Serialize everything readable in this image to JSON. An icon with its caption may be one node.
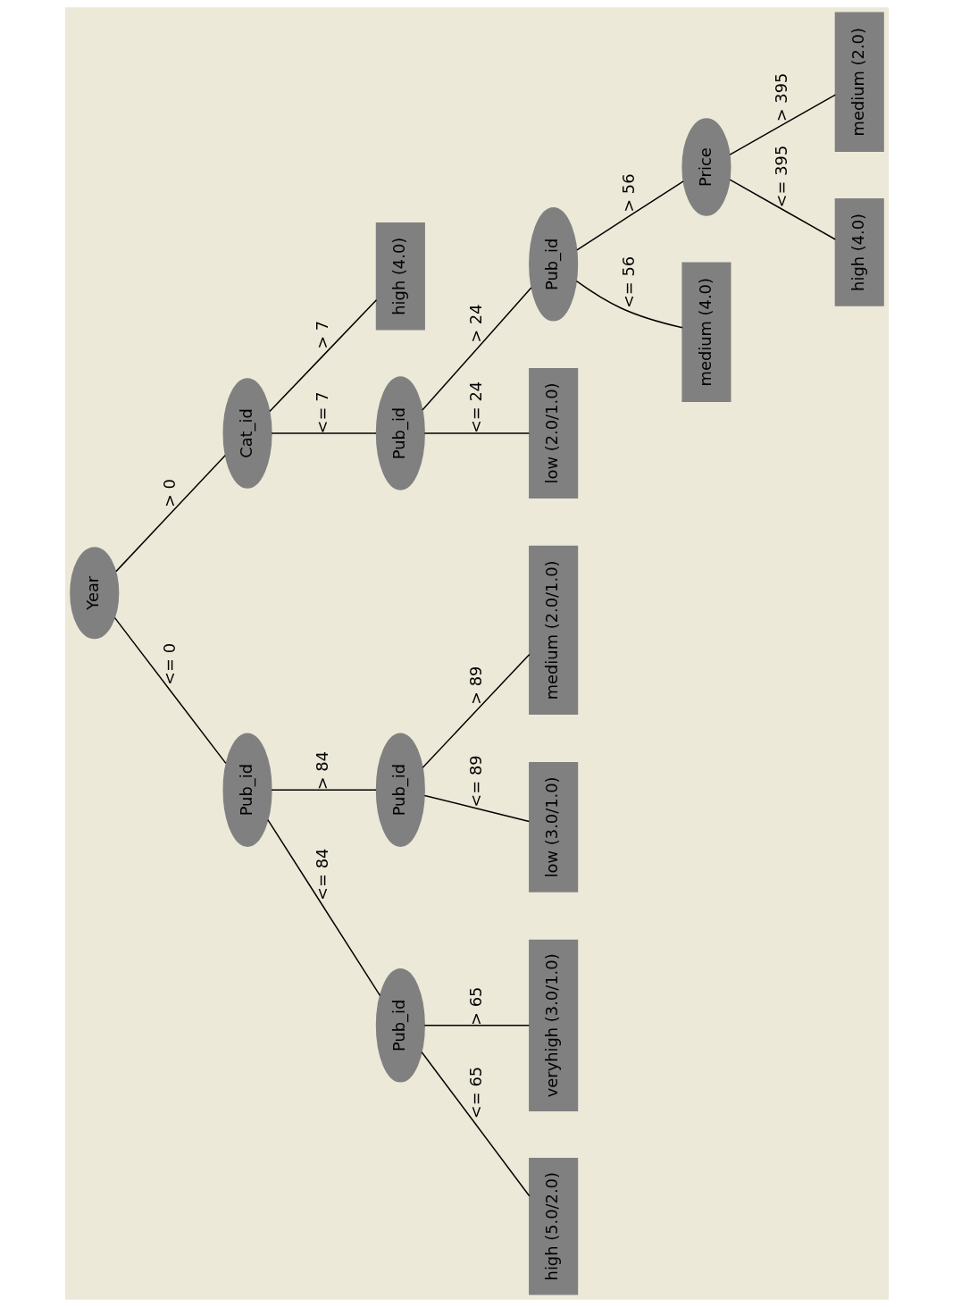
{
  "diagram": {
    "nodes": [
      {
        "text": [
          "Year"
        ]
      },
      {
        "text": [
          "Pub_id"
        ]
      },
      {
        "text": [
          "Cat_id"
        ]
      },
      {
        "text": [
          "Pub_id"
        ]
      },
      {
        "text": [
          "Pub_id"
        ]
      },
      {
        "text": [
          "Pub_id"
        ]
      },
      {
        "text": [
          "high (4.0)"
        ]
      },
      {
        "text": [
          "high (5.0/2.0)"
        ]
      },
      {
        "text": [
          "veryhigh (3.0/1.0)"
        ]
      },
      {
        "text": [
          "low (3.0/1.0)"
        ]
      },
      {
        "text": [
          "medium (2.0/1.0)"
        ]
      },
      {
        "text": [
          "low (2.0/1.0)"
        ]
      },
      {
        "text": [
          "Pub_id"
        ]
      },
      {
        "text": [
          "medium (4.0)"
        ]
      },
      {
        "text": [
          "Price"
        ]
      },
      {
        "text": [
          "high (4.0)"
        ]
      },
      {
        "text": [
          "medium (2.0)"
        ]
      }
    ],
    "edges": [
      {
        "from": 0,
        "to": 1,
        "label": "<= 0",
        "arrow": "none"
      },
      {
        "from": 0,
        "to": 2,
        "label": "> 0",
        "arrow": "none"
      },
      {
        "from": 1,
        "to": 3,
        "label": "<= 84",
        "arrow": "none"
      },
      {
        "from": 1,
        "to": 4,
        "label": "> 84",
        "arrow": "none"
      },
      {
        "from": 2,
        "to": 5,
        "label": "<= 7",
        "arrow": "none"
      },
      {
        "from": 2,
        "to": 6,
        "label": "> 7",
        "arrow": "none"
      },
      {
        "from": 3,
        "to": 7,
        "label": "<= 65",
        "arrow": "none"
      },
      {
        "from": 3,
        "to": 8,
        "label": "> 65",
        "arrow": "none"
      },
      {
        "from": 4,
        "to": 9,
        "label": "<= 89",
        "arrow": "none"
      },
      {
        "from": 4,
        "to": 10,
        "label": "> 89",
        "arrow": "none"
      },
      {
        "from": 5,
        "to": 11,
        "label": "<= 24",
        "arrow": "none"
      },
      {
        "from": 5,
        "to": 12,
        "label": "> 24",
        "arrow": "none"
      },
      {
        "from": 12,
        "to": 13,
        "label": "<= 56",
        "arrow": "none"
      },
      {
        "from": 12,
        "to": 14,
        "label": "> 56",
        "arrow": "none"
      },
      {
        "from": 14,
        "to": 15,
        "label": "<= 395",
        "arrow": "none"
      },
      {
        "from": 14,
        "to": 16,
        "label": "> 395",
        "arrow": "none"
      }
    ]
  }
}
